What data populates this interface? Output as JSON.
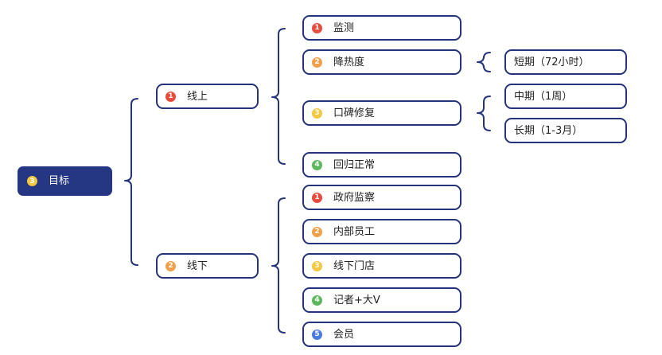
{
  "colors": {
    "border": "#25337a",
    "root_fill": "#253682",
    "connector": "#25337a",
    "badge_red": "#e74c3c",
    "badge_orange": "#f0a04b",
    "badge_yellow": "#f5c841",
    "badge_green": "#5cb85c",
    "badge_blue": "#4a7be0"
  },
  "root": {
    "badge": "3",
    "badge_color": "#f5c841",
    "label": "目标"
  },
  "branches": [
    {
      "badge": "1",
      "badge_color": "#e74c3c",
      "label": "线上",
      "children": [
        {
          "badge": "1",
          "badge_color": "#e74c3c",
          "label": "监测"
        },
        {
          "badge": "2",
          "badge_color": "#f0a04b",
          "label": "降热度",
          "children": [
            {
              "label": "短期（72小时）"
            }
          ]
        },
        {
          "badge": "3",
          "badge_color": "#f5c841",
          "label": "口碑修复",
          "children": [
            {
              "label": "中期（1周）"
            },
            {
              "label": "长期（1-3月）"
            }
          ]
        },
        {
          "badge": "4",
          "badge_color": "#5cb85c",
          "label": "回归正常"
        }
      ]
    },
    {
      "badge": "2",
      "badge_color": "#f0a04b",
      "label": "线下",
      "children": [
        {
          "badge": "1",
          "badge_color": "#e74c3c",
          "label": "政府监察"
        },
        {
          "badge": "2",
          "badge_color": "#f0a04b",
          "label": "内部员工"
        },
        {
          "badge": "3",
          "badge_color": "#f5c841",
          "label": "线下门店"
        },
        {
          "badge": "4",
          "badge_color": "#5cb85c",
          "label": "记者+大V"
        },
        {
          "badge": "5",
          "badge_color": "#4a7be0",
          "label": "会员"
        }
      ]
    }
  ]
}
